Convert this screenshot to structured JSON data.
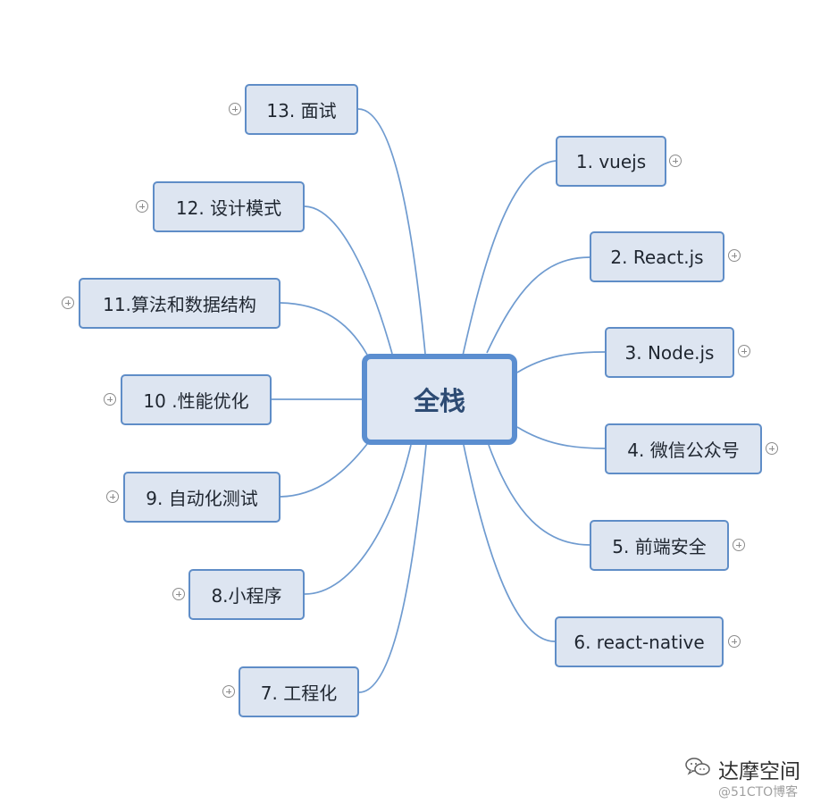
{
  "diagram": {
    "center": {
      "label": "全栈"
    },
    "branches": [
      {
        "label": "1. vuejs"
      },
      {
        "label": "2. React.js"
      },
      {
        "label": "3. Node.js"
      },
      {
        "label": "4. 微信公众号"
      },
      {
        "label": "5. 前端安全"
      },
      {
        "label": "6. react-native"
      },
      {
        "label": "7. 工程化"
      },
      {
        "label": "8.小程序"
      },
      {
        "label": "9. 自动化测试"
      },
      {
        "label": "10 .性能优化"
      },
      {
        "label": "11.算法和数据结构"
      },
      {
        "label": "12. 设计模式"
      },
      {
        "label": "13. 面试"
      }
    ]
  },
  "watermark": {
    "name": "达摩空间",
    "source": "@51CTO博客",
    "icon": "wechat-icon"
  },
  "colors": {
    "node_fill": "#dde5f1",
    "node_border": "#5f8dc7",
    "center_border": "#5b8ed0",
    "connector": "#6f9bd0"
  }
}
